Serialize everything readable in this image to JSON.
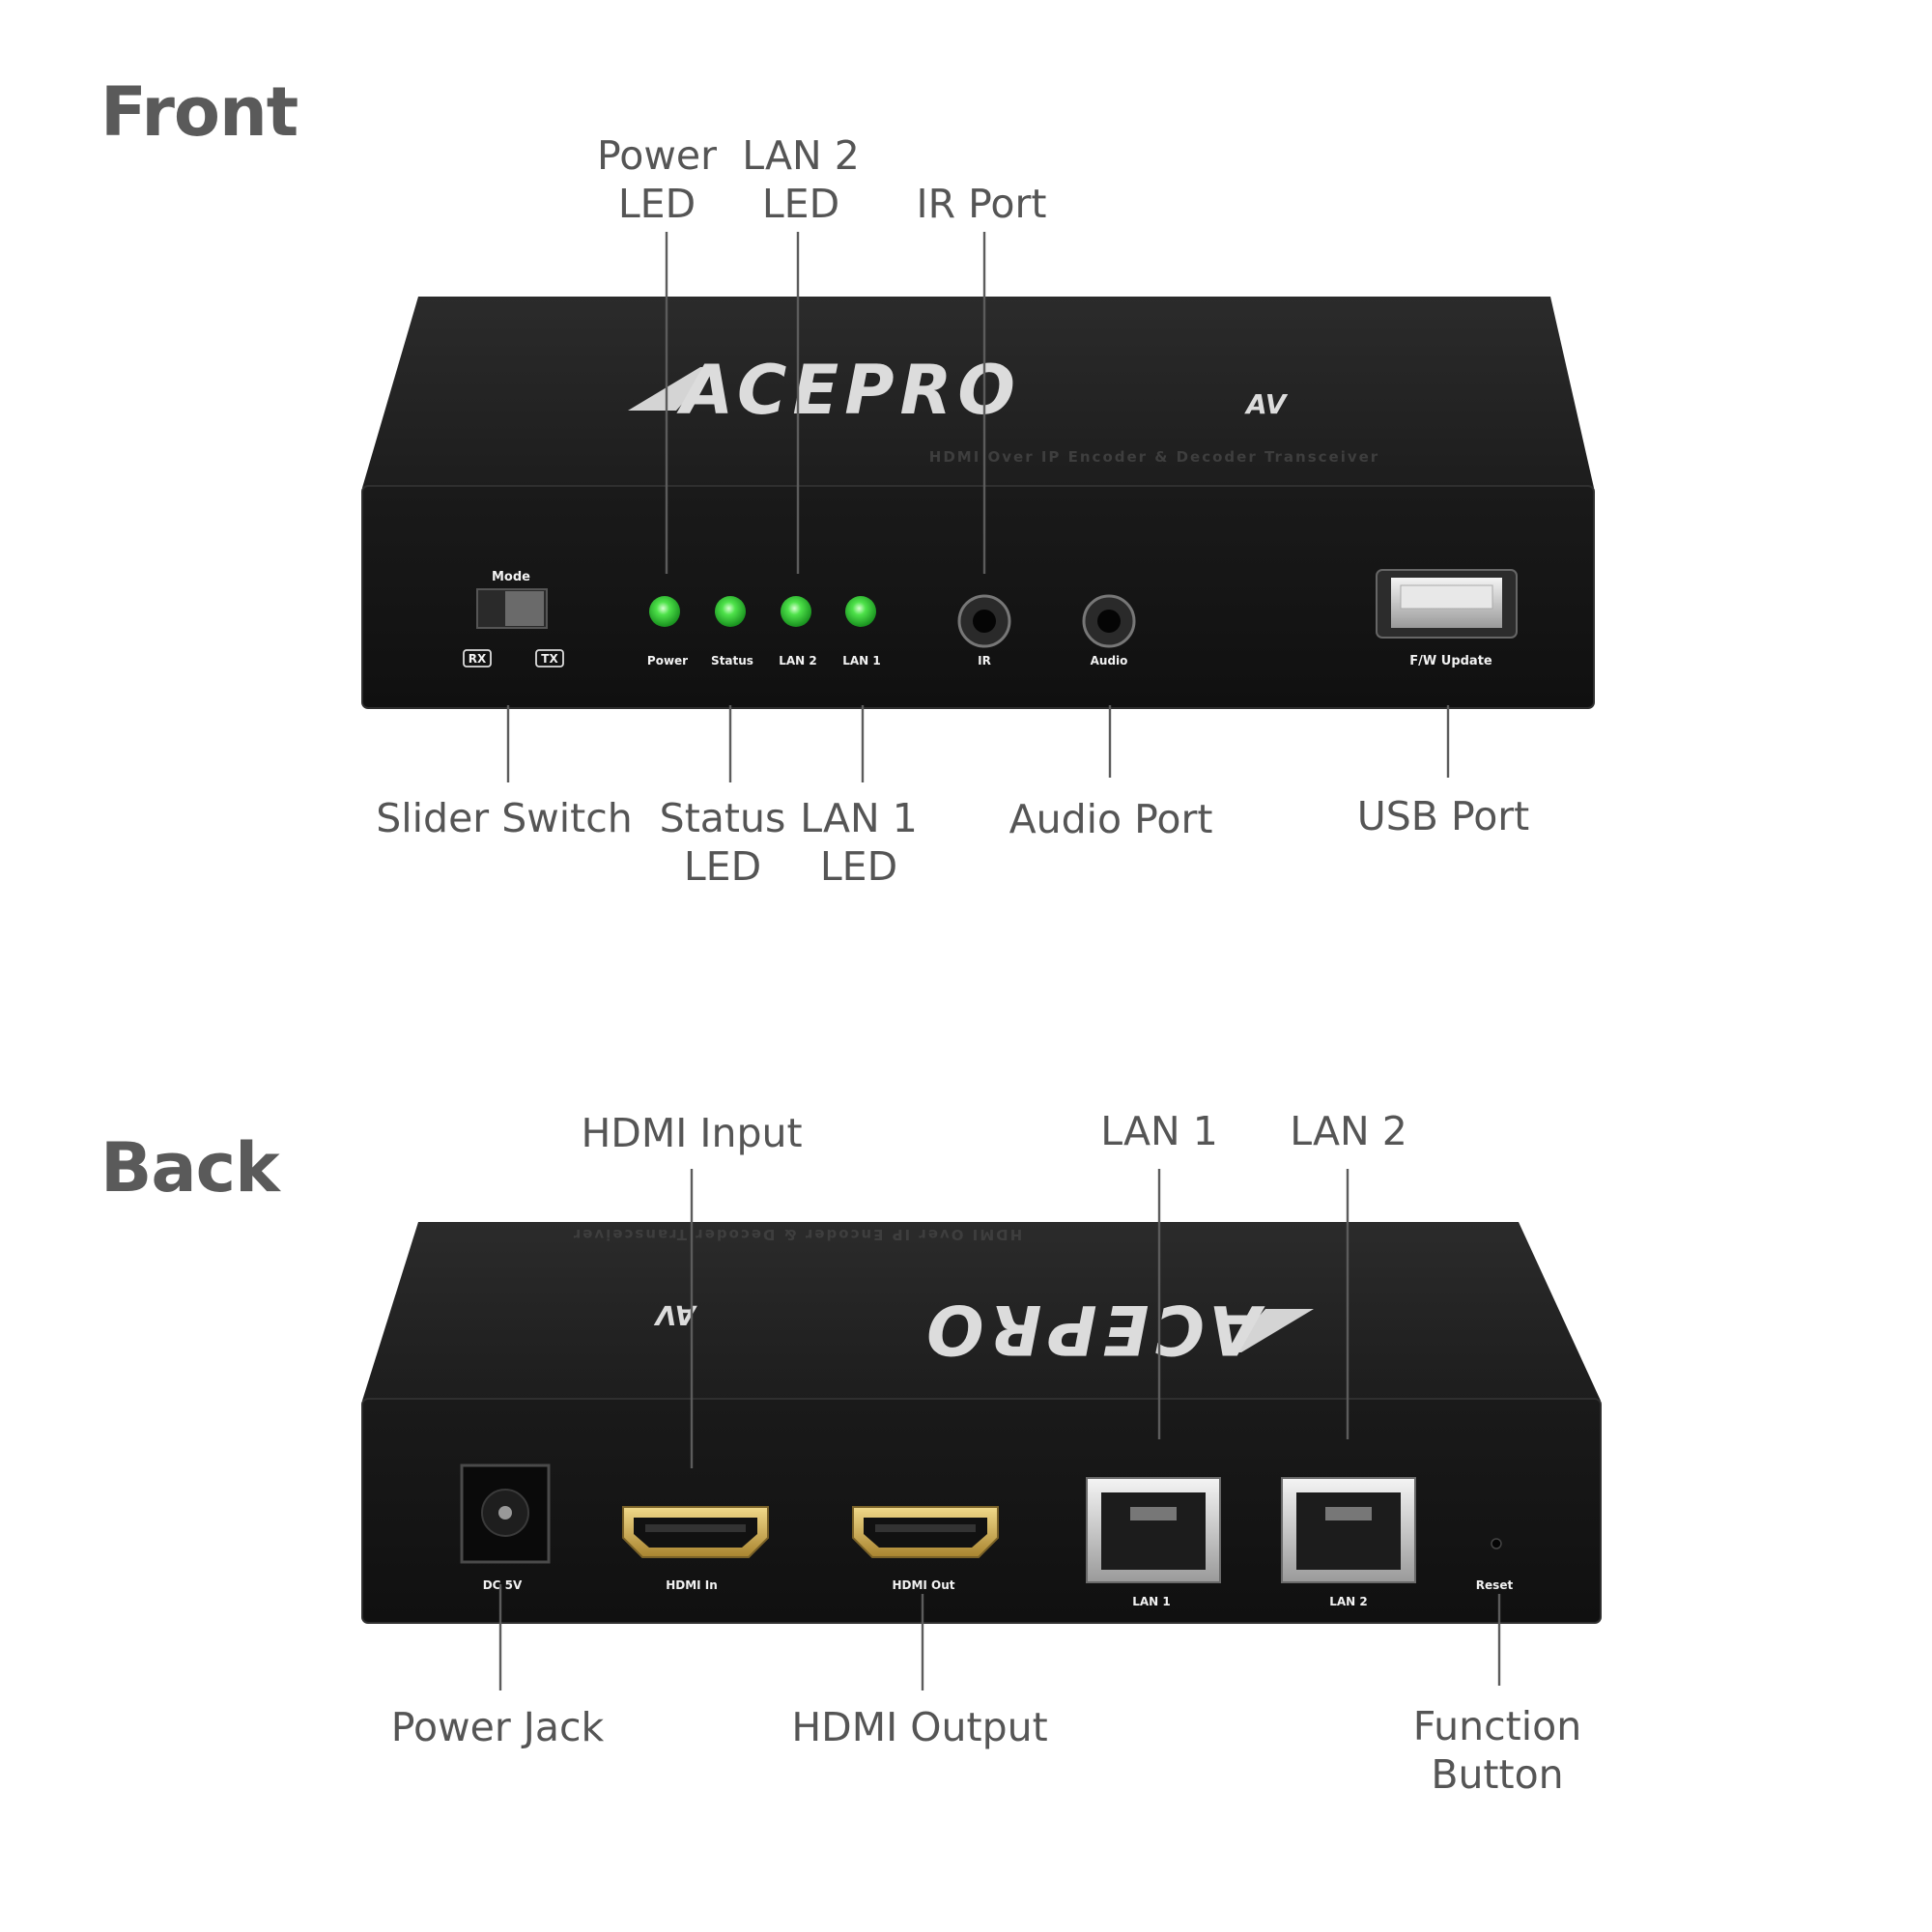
{
  "sections": {
    "front_title": "Front",
    "back_title": "Back"
  },
  "device": {
    "logo_main": "ACEPRO",
    "logo_suffix": "AV",
    "subtitle": "HDMI Over IP Encoder & Decoder Transceiver",
    "colors": {
      "body": "#1b1b1b",
      "panel": "#141414",
      "led_green": "#2ecc40",
      "callout_text": "#555555",
      "title_text": "#5a5a5a",
      "hdmi_gold": "#c9a64a"
    }
  },
  "front_panel": {
    "mode_label": "Mode",
    "rx_label": "RX",
    "tx_label": "TX",
    "led_labels": [
      "Power",
      "Status",
      "LAN 2",
      "LAN 1"
    ],
    "ir_label": "IR",
    "audio_label": "Audio",
    "usb_label": "F/W Update"
  },
  "back_panel": {
    "dc_label": "DC 5V",
    "hdmi_in_label": "HDMI In",
    "hdmi_out_label": "HDMI Out",
    "lan1_label": "LAN 1",
    "lan2_label": "LAN 2",
    "reset_label": "Reset"
  },
  "front_callouts_top": {
    "power_led": [
      "Power",
      "LED"
    ],
    "lan2_led": [
      "LAN 2",
      "LED"
    ],
    "ir_port": [
      "IR Port"
    ]
  },
  "front_callouts_bottom": {
    "slider_switch": [
      "Slider Switch"
    ],
    "status_led": [
      "Status",
      "LED"
    ],
    "lan1_led": [
      "LAN 1",
      "LED"
    ],
    "audio_port": [
      "Audio Port"
    ],
    "usb_port": [
      "USB Port"
    ]
  },
  "back_callouts_top": {
    "hdmi_input": [
      "HDMI Input"
    ],
    "lan1": [
      "LAN 1"
    ],
    "lan2": [
      "LAN 2"
    ]
  },
  "back_callouts_bottom": {
    "power_jack": [
      "Power Jack"
    ],
    "hdmi_output": [
      "HDMI Output"
    ],
    "function_button": [
      "Function",
      "Button"
    ]
  }
}
